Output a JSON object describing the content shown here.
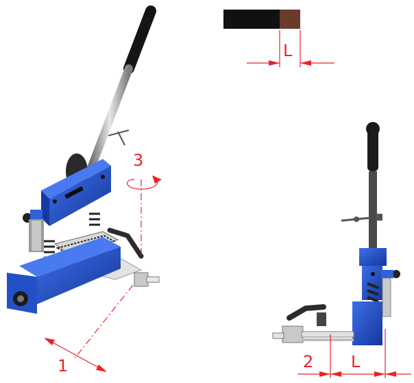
{
  "labels": {
    "top_length": "L",
    "rotation": "3",
    "direction": "1",
    "side_offset": "2",
    "side_length": "L"
  },
  "colors": {
    "annotation": "#e8232a",
    "machine_blue": "#1f4fbf",
    "handle_black": "#141414",
    "wire_copper": "#6b3a2a"
  },
  "icons": [
    "wire-sample",
    "stripping-machine-isometric",
    "stripping-machine-side"
  ]
}
